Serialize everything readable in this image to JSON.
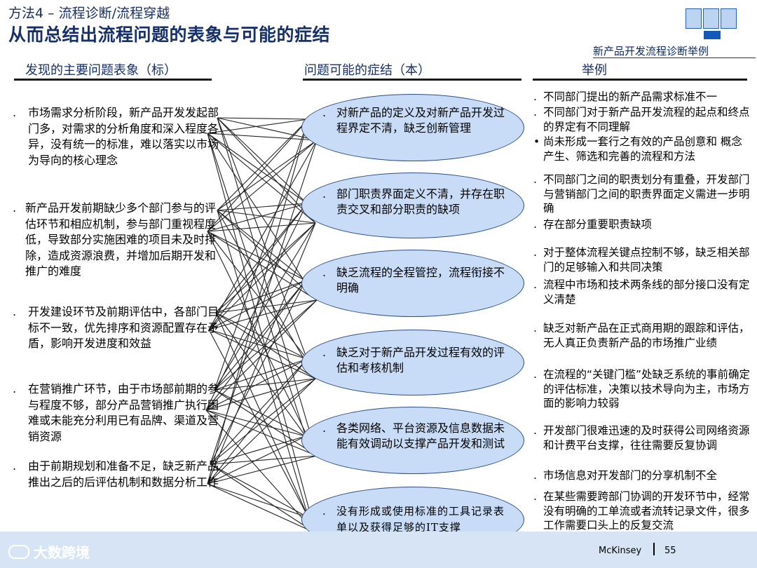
{
  "header": {
    "subtitle": "方法4 – 流程诊断/流程穿越",
    "title": "从而总结出流程问题的表象与可能的症结",
    "example_tag": "新产品开发流程诊断举例"
  },
  "columns": {
    "left_heading": "发现的主要问题表象（标）",
    "middle_heading": "问题可能的症结（本）",
    "right_heading": "举例"
  },
  "bullet": ".",
  "bullet_round": "•",
  "symptoms": [
    "市场需求分析阶段，新产品开发发起部门多，对需求的分析角度和深入程度各异，没有统一的标准，难以落实以市场为导向的核心理念",
    "新产品开发前期缺少多个部门参与的评估环节和相应机制，参与部门重视程度低，导致部分实施困难的项目未及时排除，造成资源浪费，并增加后期开发和推广的难度",
    "开发建设环节及前期评估中，各部门目标不一致，优先排序和资源配置存在矛盾，影响开发进度和效益",
    "在营销推广环节，由于市场部前期的参与程度不够，部分产品营销推广执行困难或未能充分利用已有品牌、渠道及营销资源",
    "由于前期规划和准备不足，缺乏新产品推出之后的后评估机制和数据分析工作"
  ],
  "causes": [
    "对新产品的定义及对新产品开发过程界定不清，缺乏创新管理",
    "部门职责界面定义不清，并存在职责交叉和部分职责的缺项",
    "缺乏流程的全程管控，流程衔接不明确",
    "缺乏对于新产品开发过程有效的评估和考核机制",
    "各类网络、平台资源及信息数据未能有效调动以支撑产品开发和测试",
    "没有形成或使用标准的工具记录表单以及获得足够的IT支撑"
  ],
  "examples": [
    "不同部门提出的新产品需求标准不一",
    "不同部门对于新产品开发流程的起点和终点的界定有不同理解",
    "尚未形成一套行之有效的产品创意和 概念产生、筛选和完善的流程和方法",
    "不同部门之间的职责划分有重叠，开发部门与营销部门之间的职责界面定义需进一步明确",
    "存在部分重要职责缺项",
    "对于整体流程关键点控制不够，缺乏相关部门的足够输入和共同决策",
    "流程中市场和技术两条线的部分接口没有定义清楚",
    "缺乏对新产品在正式商用期的跟踪和评估，无人真正负责新产品的市场推广业绩",
    "在流程的“关键门槛”处缺乏系统的事前确定的评估标准，决策以技术导向为主，市场方面的影响力较弱",
    "开发部门很难迅速的及时获得公司网络资源和计费平台支撑，往往需要反复协调",
    "市场信息对开发部门的分享机制不全",
    "在某些需要跨部门协调的开发环节中，经常没有明确的工单流或者流转记录文件，很多工作需要口头上的反复交流"
  ],
  "footer": {
    "brand": "McKinsey",
    "page": "55",
    "watermark": "大数跨境"
  },
  "colors": {
    "title": "#16306b",
    "ellipse_fill": "#c8dcf7",
    "ellipse_border": "#2c4e8a",
    "footer_band": "#d6e4f5"
  }
}
